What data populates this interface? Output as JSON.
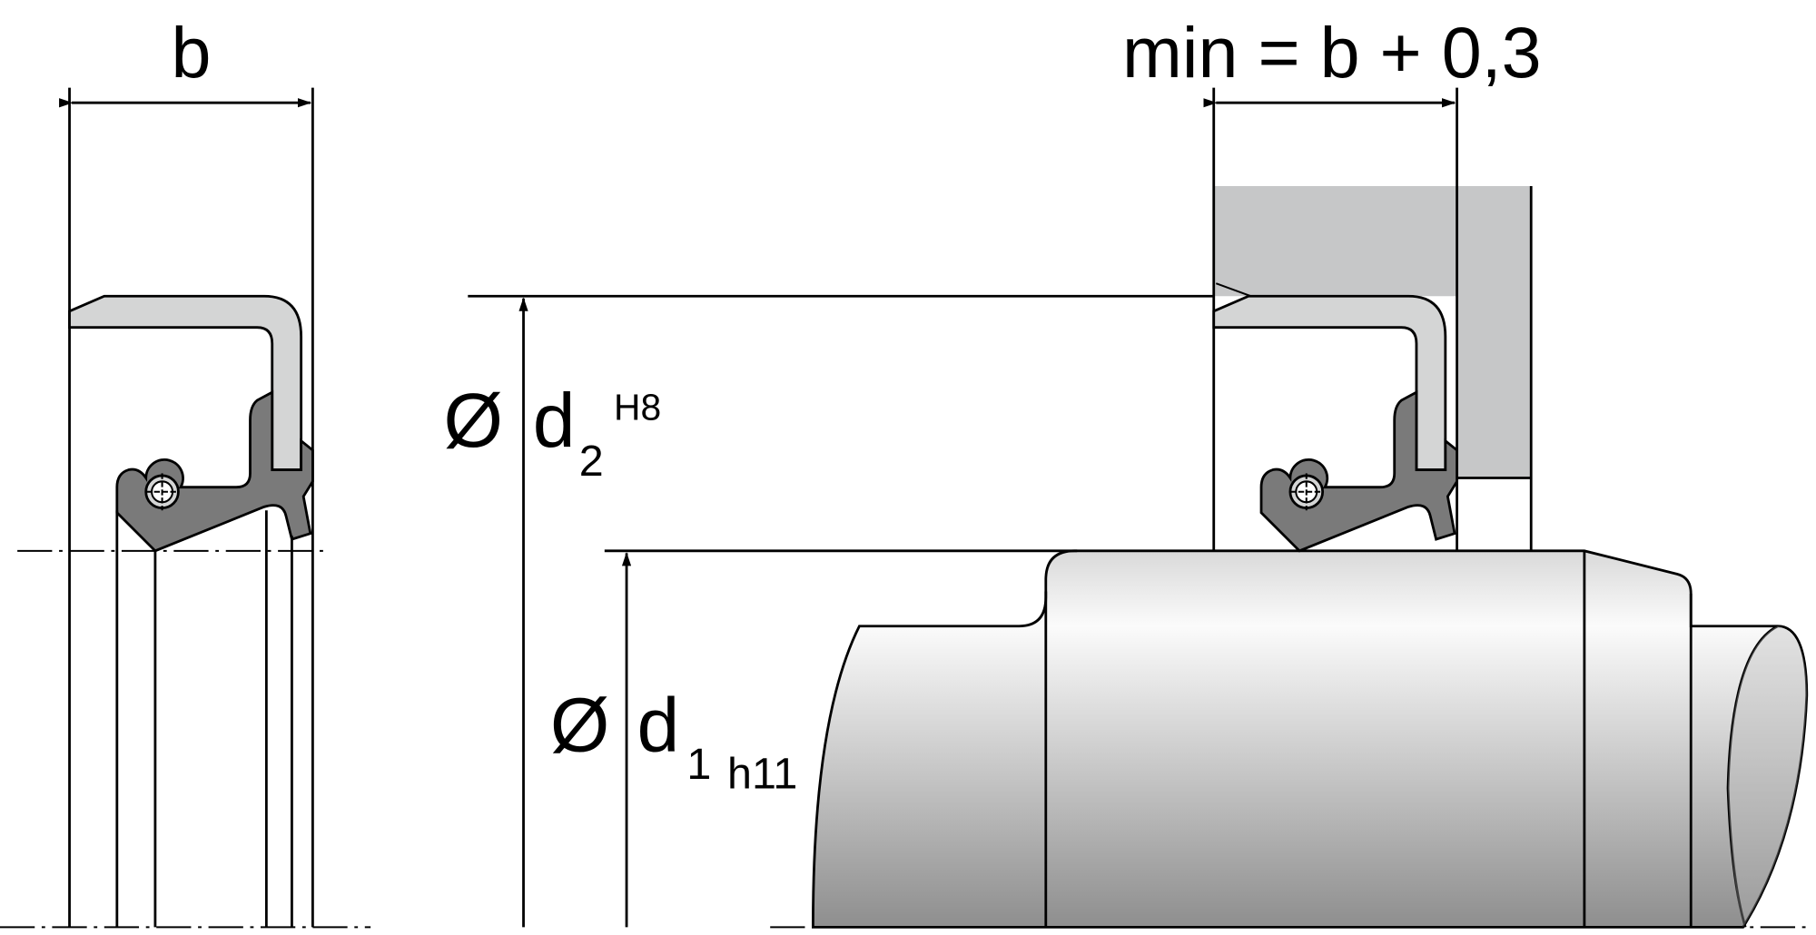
{
  "labels": {
    "b": "b",
    "min_width": "min = b + 0,3",
    "d2_symbol": "Ø",
    "d2_letter": "d",
    "d2_sub": "2",
    "d2_tol": "H8",
    "d1_symbol": "Ø",
    "d1_letter": "d",
    "d1_sub": "1",
    "d1_tol": "h11"
  },
  "colors": {
    "insert": "#d4d5d5",
    "rubber": "#7a7a7a",
    "housing": "#c6c7c8",
    "shaft_light": "#fbfbfb",
    "shaft_dark": "#8e8e8e"
  }
}
